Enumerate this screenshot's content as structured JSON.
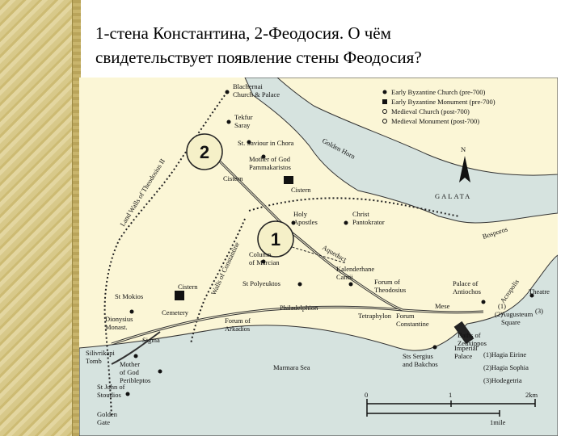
{
  "slide": {
    "title_line1": "1-стена Константина, 2-Феодосия. О чём",
    "title_line2": "свидетельствует появление стены Феодосия?"
  },
  "map": {
    "markers": {
      "wall2": "2",
      "wall1": "1"
    },
    "walls": {
      "theodosius": "Land Walls of Theodosius II",
      "constantine": "Walls of Constantine"
    },
    "water": {
      "golden_horn": "Golden Horn",
      "bosporos": "Bosporos",
      "marmara": "Marmara Sea",
      "galata": "GALATA"
    },
    "north": "N",
    "places": {
      "blachernai_1": "Blachernai",
      "blachernai_2": "Church & Palace",
      "tekfur_1": "Tekfur",
      "tekfur_2": "Saray",
      "chora": "St. Saviour in Chora",
      "mother_1": "Mother of God",
      "mother_2": "Pammakaristos",
      "cistern1": "Cistern",
      "cistern2": "Cistern",
      "holy_apostles_1": "Holy",
      "holy_apostles_2": "Apostles",
      "christ_1": "Christ",
      "christ_2": "Pantokrator",
      "aqueduct": "Aqueduct",
      "marcian_1": "Column",
      "marcian_2": "of Marcian",
      "kalenderhane_1": "Kalenderhane",
      "kalenderhane_2": "Camii",
      "polyeuktos": "St Polyeuktos",
      "forum_theo_1": "Forum of",
      "forum_theo_2": "Theodosius",
      "antiochos_1": "Palace of",
      "antiochos_2": "Antiochos",
      "st_mokios": "St Mokios",
      "cistern3": "Cistern",
      "cemetery": "Cemetery",
      "philadelphion": "Philadelphion",
      "tetraphylon": "Tetraphylon",
      "mese": "Mese",
      "forum_con_1": "Forum",
      "forum_con_2": "Constantine",
      "augusteum_1": "Augusteum",
      "augusteum_2": "Square",
      "acropolis": "Acropolis",
      "theatre": "Theatre",
      "dionysius_1": "Dionysius",
      "dionysius_2": "Monast.",
      "sigma": "Sigma",
      "forum_ark_1": "Forum of",
      "forum_ark_2": "Arkadios",
      "baths_1": "Baths of",
      "baths_2": "Zeuxippos",
      "imperial_1": "Imperial",
      "imperial_2": "Palace",
      "silivri_1": "Silivrikapi",
      "silivri_2": "Tomb",
      "mog_peri_1": "Mother",
      "mog_peri_2": "of God",
      "mog_peri_3": "Peribleptos",
      "sergius_1": "Sts Sergius",
      "sergius_2": "and Bakchos",
      "john_1": "St John of",
      "john_2": "Stoudios",
      "golden_1": "Golden",
      "golden_2": "Gate"
    },
    "legend": [
      "Early Byzantine Church (pre-700)",
      "Early Byzantine Monument (pre-700)",
      "Medieval Church (post-700)",
      "Medieval Monument (post-700)"
    ],
    "numbered": [
      "(1)Hagia Eirine",
      "(2)Hagia Sophia",
      "(3)Hodegetria"
    ],
    "numbered_marks": [
      "(1)",
      "(2)",
      "(3)"
    ],
    "scale": {
      "zero": "0",
      "mid": "1",
      "km": "2km",
      "mile": "1mile"
    }
  }
}
